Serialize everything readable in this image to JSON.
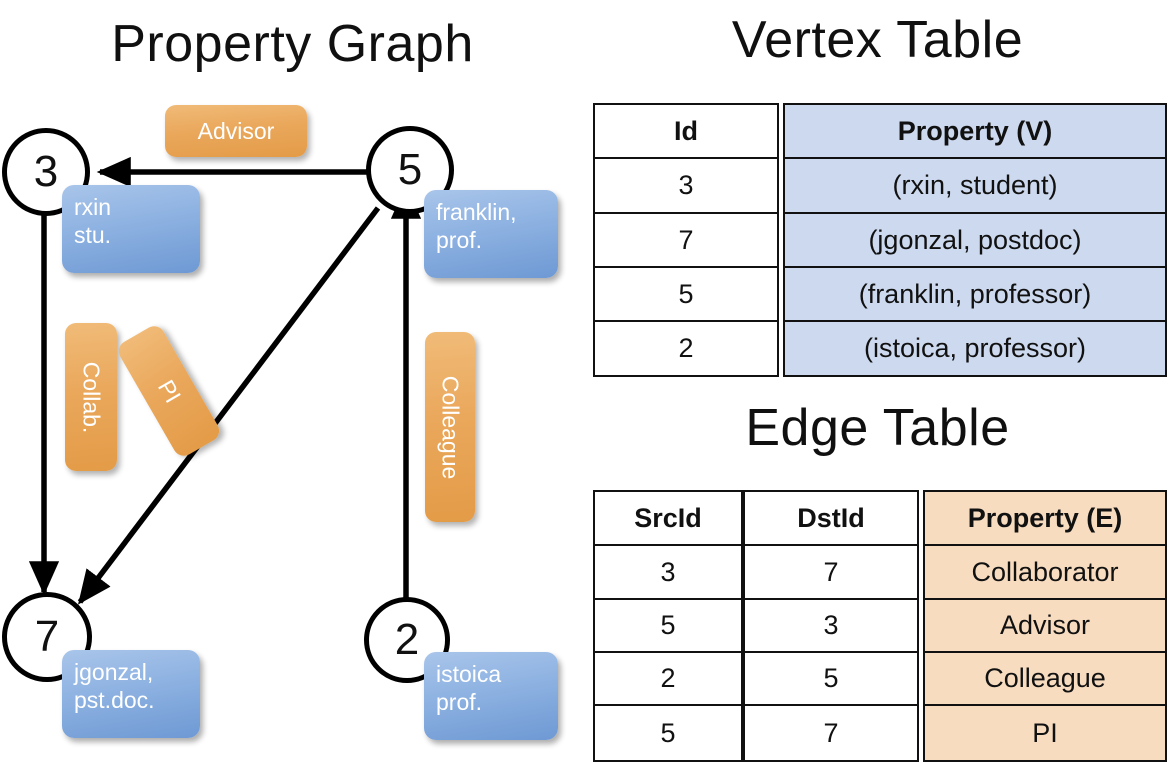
{
  "titles": {
    "property_graph": "Property Graph",
    "vertex_table": "Vertex Table",
    "edge_table": "Edge Table"
  },
  "colors": {
    "node_blue_light": "#a9c5ea",
    "node_blue_dark": "#6e99d4",
    "edge_orange_light": "#f0bb78",
    "edge_orange_dark": "#e39b47",
    "vertex_prop_fill": "#ccd9ee",
    "edge_prop_fill": "#f7dcc0",
    "stroke": "#000000"
  },
  "graph": {
    "nodes": [
      {
        "id": "3",
        "property": "rxin\nstu."
      },
      {
        "id": "5",
        "property": "franklin,\nprof."
      },
      {
        "id": "7",
        "property": "jgonzal,\npst.doc."
      },
      {
        "id": "2",
        "property": "istoica\nprof."
      }
    ],
    "edge_labels": {
      "advisor": "Advisor",
      "collab": "Collab.",
      "pi": "PI",
      "colleague": "Colleague"
    }
  },
  "vertex_table": {
    "headers": {
      "id": "Id",
      "property": "Property (V)"
    },
    "rows": [
      {
        "id": "3",
        "property": "(rxin, student)"
      },
      {
        "id": "7",
        "property": "(jgonzal, postdoc)"
      },
      {
        "id": "5",
        "property": "(franklin, professor)"
      },
      {
        "id": "2",
        "property": "(istoica, professor)"
      }
    ]
  },
  "edge_table": {
    "headers": {
      "src": "SrcId",
      "dst": "DstId",
      "property": "Property (E)"
    },
    "rows": [
      {
        "src": "3",
        "dst": "7",
        "property": "Collaborator"
      },
      {
        "src": "5",
        "dst": "3",
        "property": "Advisor"
      },
      {
        "src": "2",
        "dst": "5",
        "property": "Colleague"
      },
      {
        "src": "5",
        "dst": "7",
        "property": "PI"
      }
    ]
  }
}
